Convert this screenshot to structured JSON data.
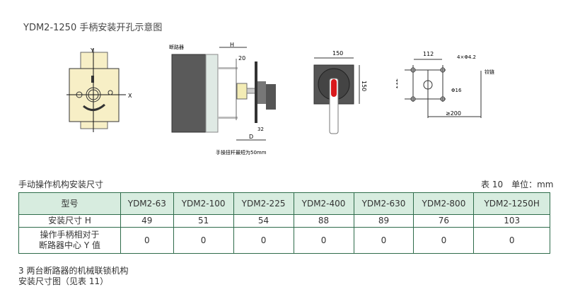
{
  "title": "YDM2-1250 手柄安装开孔示意图",
  "drawings": {
    "front": {
      "y_axis": "Y",
      "x_axis": "X"
    },
    "side": {
      "breaker_label": "断路器",
      "dim_h": "H",
      "dim_20": "20",
      "dim_32": "32",
      "dim_d": "D",
      "note": "手操扭杆最短为50mm"
    },
    "handle": {
      "width": "150",
      "height": "150"
    },
    "cutout": {
      "width": "112",
      "height": "112",
      "holes": "4×Φ4.2",
      "center_hole": "Φ16",
      "hinge": "铰链",
      "min_dist": "≥200"
    }
  },
  "table": {
    "caption": "手动操作机构安装尺寸",
    "table_no": "表 10　单位：mm",
    "header": [
      "型号",
      "YDM2-63",
      "YDM2-100",
      "YDM2-225",
      "YDM2-400",
      "YDM2-630",
      "YDM2-800",
      "YDM2-1250H"
    ],
    "rows": [
      [
        "安装尺寸 H",
        "49",
        "51",
        "54",
        "88",
        "89",
        "76",
        "103"
      ],
      [
        "操作手柄相对于\n断路器中心 Y 值",
        "0",
        "0",
        "0",
        "0",
        "0",
        "0",
        "0"
      ]
    ]
  },
  "notes": [
    "3 两台断路器的机械联锁机构",
    "安装尺寸图（见表 11）"
  ],
  "colors": {
    "border": "#2e6b4a",
    "header_bg": "#d7ecdf",
    "handle_red": "#d9191c"
  }
}
